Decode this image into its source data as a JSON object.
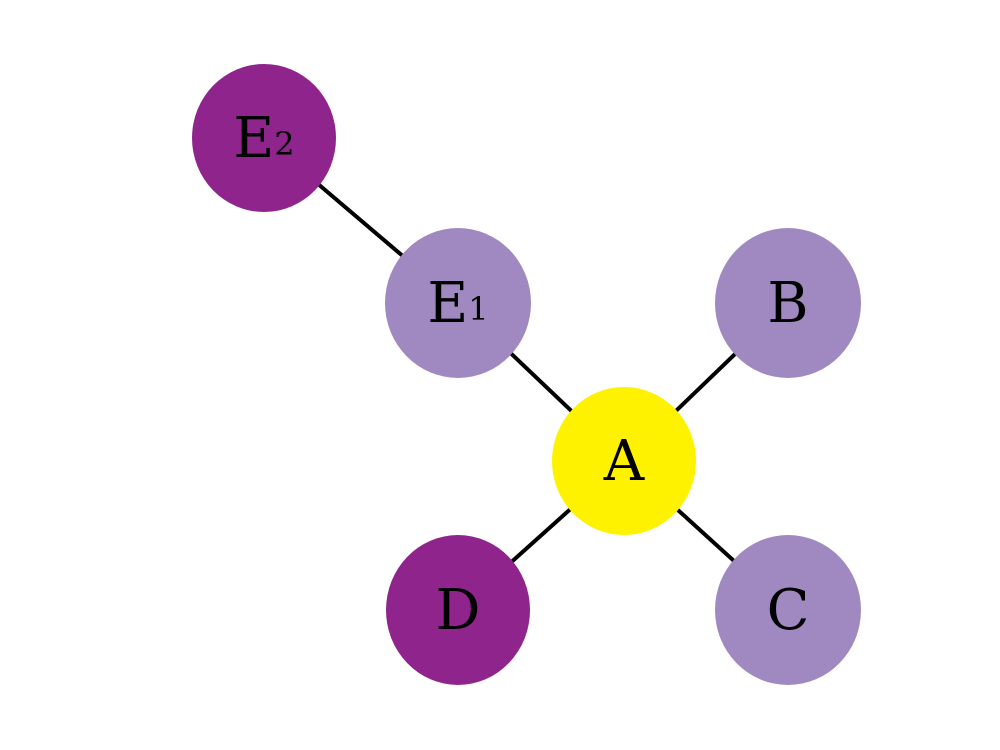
{
  "colors": {
    "light_purple": "#a088c0",
    "dark_purple": "#8e248c",
    "yellow": "#fff200",
    "edge": "#000000"
  },
  "nodes": [
    {
      "id": "A",
      "label": "A",
      "sub": "",
      "color": "#fff200"
    },
    {
      "id": "B",
      "label": "B",
      "sub": "",
      "color": "#a088c0"
    },
    {
      "id": "C",
      "label": "C",
      "sub": "",
      "color": "#a088c0"
    },
    {
      "id": "D",
      "label": "D",
      "sub": "",
      "color": "#8e248c"
    },
    {
      "id": "E1",
      "label": "E",
      "sub": "1",
      "color": "#a088c0"
    },
    {
      "id": "E2",
      "label": "E",
      "sub": "2",
      "color": "#8e248c"
    }
  ],
  "edges": [
    {
      "from": "E2",
      "to": "E1"
    },
    {
      "from": "E1",
      "to": "A"
    },
    {
      "from": "A",
      "to": "B"
    },
    {
      "from": "A",
      "to": "C"
    },
    {
      "from": "A",
      "to": "D"
    }
  ]
}
